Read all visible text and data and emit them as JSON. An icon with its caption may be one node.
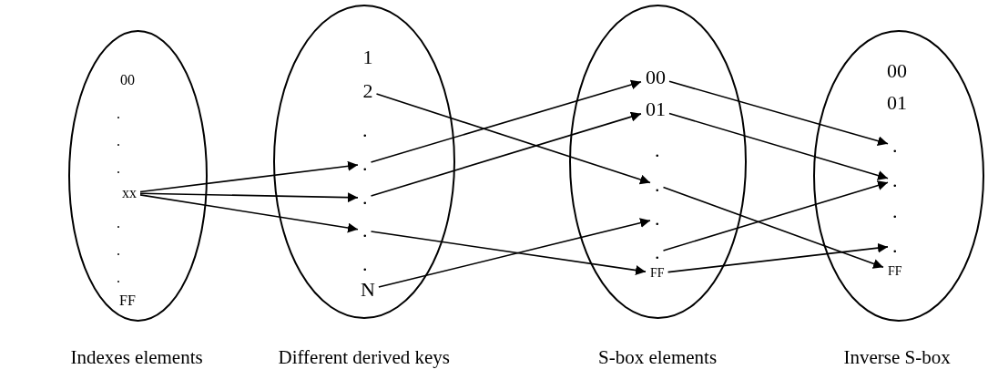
{
  "diagram": {
    "nodes": [
      {
        "text": [],
        "shape": "ellipse",
        "beside": [
          "Indexes elements"
        ]
      },
      {
        "text": [
          "00"
        ],
        "in": 0
      },
      {
        "text": [
          "."
        ],
        "in": 0
      },
      {
        "text": [
          "."
        ],
        "in": 0
      },
      {
        "text": [
          "."
        ],
        "in": 0
      },
      {
        "text": [
          "xx"
        ],
        "in": 0
      },
      {
        "text": [
          "."
        ],
        "in": 0
      },
      {
        "text": [
          "."
        ],
        "in": 0
      },
      {
        "text": [
          "."
        ],
        "in": 0
      },
      {
        "text": [
          "FF"
        ],
        "in": 0
      },
      {
        "text": [],
        "shape": "ellipse",
        "beside": [
          "Different derived keys"
        ]
      },
      {
        "text": [
          "1"
        ],
        "in": 10
      },
      {
        "text": [
          "2"
        ],
        "in": 10
      },
      {
        "text": [
          "."
        ],
        "in": 10
      },
      {
        "text": [
          "."
        ],
        "in": 10
      },
      {
        "text": [
          "."
        ],
        "in": 10
      },
      {
        "text": [
          "."
        ],
        "in": 10
      },
      {
        "text": [
          "."
        ],
        "in": 10
      },
      {
        "text": [
          "N"
        ],
        "in": 10
      },
      {
        "text": [],
        "shape": "ellipse",
        "beside": [
          "S-box elements"
        ]
      },
      {
        "text": [
          "00"
        ],
        "in": 19
      },
      {
        "text": [
          "01"
        ],
        "in": 19
      },
      {
        "text": [
          "."
        ],
        "in": 19
      },
      {
        "text": [
          "."
        ],
        "in": 19
      },
      {
        "text": [
          "."
        ],
        "in": 19
      },
      {
        "text": [
          "."
        ],
        "in": 19
      },
      {
        "text": [
          "FF"
        ],
        "in": 19
      },
      {
        "text": [],
        "shape": "ellipse",
        "beside": [
          "Inverse S-box"
        ]
      },
      {
        "text": [
          "00"
        ],
        "in": 27
      },
      {
        "text": [
          "01"
        ],
        "in": 27
      },
      {
        "text": [
          "."
        ],
        "in": 27
      },
      {
        "text": [
          "."
        ],
        "in": 27
      },
      {
        "text": [
          "."
        ],
        "in": 27
      },
      {
        "text": [
          "."
        ],
        "in": 27
      },
      {
        "text": [
          "FF"
        ],
        "in": 27
      }
    ],
    "edges": [
      {
        "from": 5,
        "to": 14,
        "arrow": "to"
      },
      {
        "from": 5,
        "to": 15,
        "arrow": "to"
      },
      {
        "from": 5,
        "to": 16,
        "arrow": "to"
      },
      {
        "from": 12,
        "to": 23,
        "arrow": "to"
      },
      {
        "from": 14,
        "to": 20,
        "arrow": "to"
      },
      {
        "from": 15,
        "to": 21,
        "arrow": "to"
      },
      {
        "from": 16,
        "to": 26,
        "arrow": "to"
      },
      {
        "from": 18,
        "to": 24,
        "arrow": "to"
      },
      {
        "from": 20,
        "to": 30,
        "arrow": "to"
      },
      {
        "from": 21,
        "to": 31,
        "arrow": "to"
      },
      {
        "from": 23,
        "to": 34,
        "arrow": "to"
      },
      {
        "from": 25,
        "to": 31,
        "arrow": "to"
      },
      {
        "from": 26,
        "to": 33,
        "arrow": "to"
      }
    ]
  }
}
